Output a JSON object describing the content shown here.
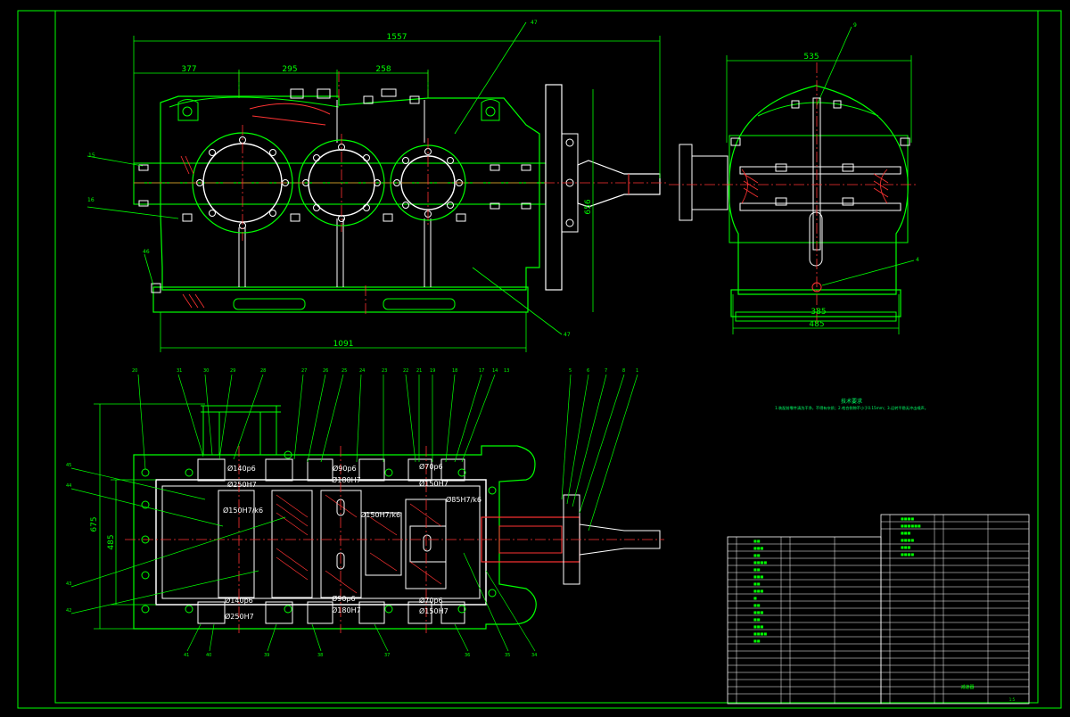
{
  "colors": {
    "background": "#000000",
    "outline": "#00ff00",
    "part": "#ffffff",
    "centerline": "#ff0000",
    "hatch": "#ff3333",
    "dimension": "#00ff00",
    "text": "#00ff66"
  },
  "front_view": {
    "dims": {
      "overall_length": "1557",
      "seg_a": "377",
      "seg_b": "295",
      "seg_c": "258",
      "base_length": "1091",
      "height": "656"
    },
    "balloons": [
      "15",
      "47",
      "16",
      "46",
      "47"
    ]
  },
  "side_view": {
    "dims": {
      "top_width": "535",
      "inner_base": "385",
      "outer_base": "485"
    },
    "balloons": [
      "9",
      "4"
    ]
  },
  "plan_view": {
    "dims": {
      "height_total": "675",
      "height_inner": "485"
    },
    "fits": [
      "Ø140p6",
      "Ø250H7",
      "Ø150H7/k6",
      "Ø90p6",
      "Ø180H7",
      "Ø150H7/k6",
      "Ø70p6",
      "Ø150H7",
      "Ø85H7/k6",
      "Ø140p6",
      "Ø250H7",
      "Ø90p6",
      "Ø180H7",
      "Ø70p6",
      "Ø150H7"
    ],
    "top_balloons": [
      "20",
      "31",
      "30",
      "29",
      "28",
      "27",
      "26",
      "25",
      "24",
      "23",
      "22",
      "21",
      "19",
      "18",
      "17",
      "14",
      "13"
    ],
    "right_balloons": [
      "5",
      "6",
      "7",
      "8",
      "1"
    ],
    "left_balloons": [
      "45",
      "44",
      "43",
      "42"
    ],
    "bottom_balloons": [
      "41",
      "40",
      "39",
      "38",
      "37",
      "36",
      "35",
      "34"
    ]
  },
  "notes": {
    "title": "技术要求",
    "line": "1.装配前零件清洗干净，不得有杂质；2.啮合侧隙不小于0.15mm；3.运转平稳无冲击噪声。"
  },
  "title_block": {
    "title": "减速器",
    "ratio": "1:5"
  }
}
